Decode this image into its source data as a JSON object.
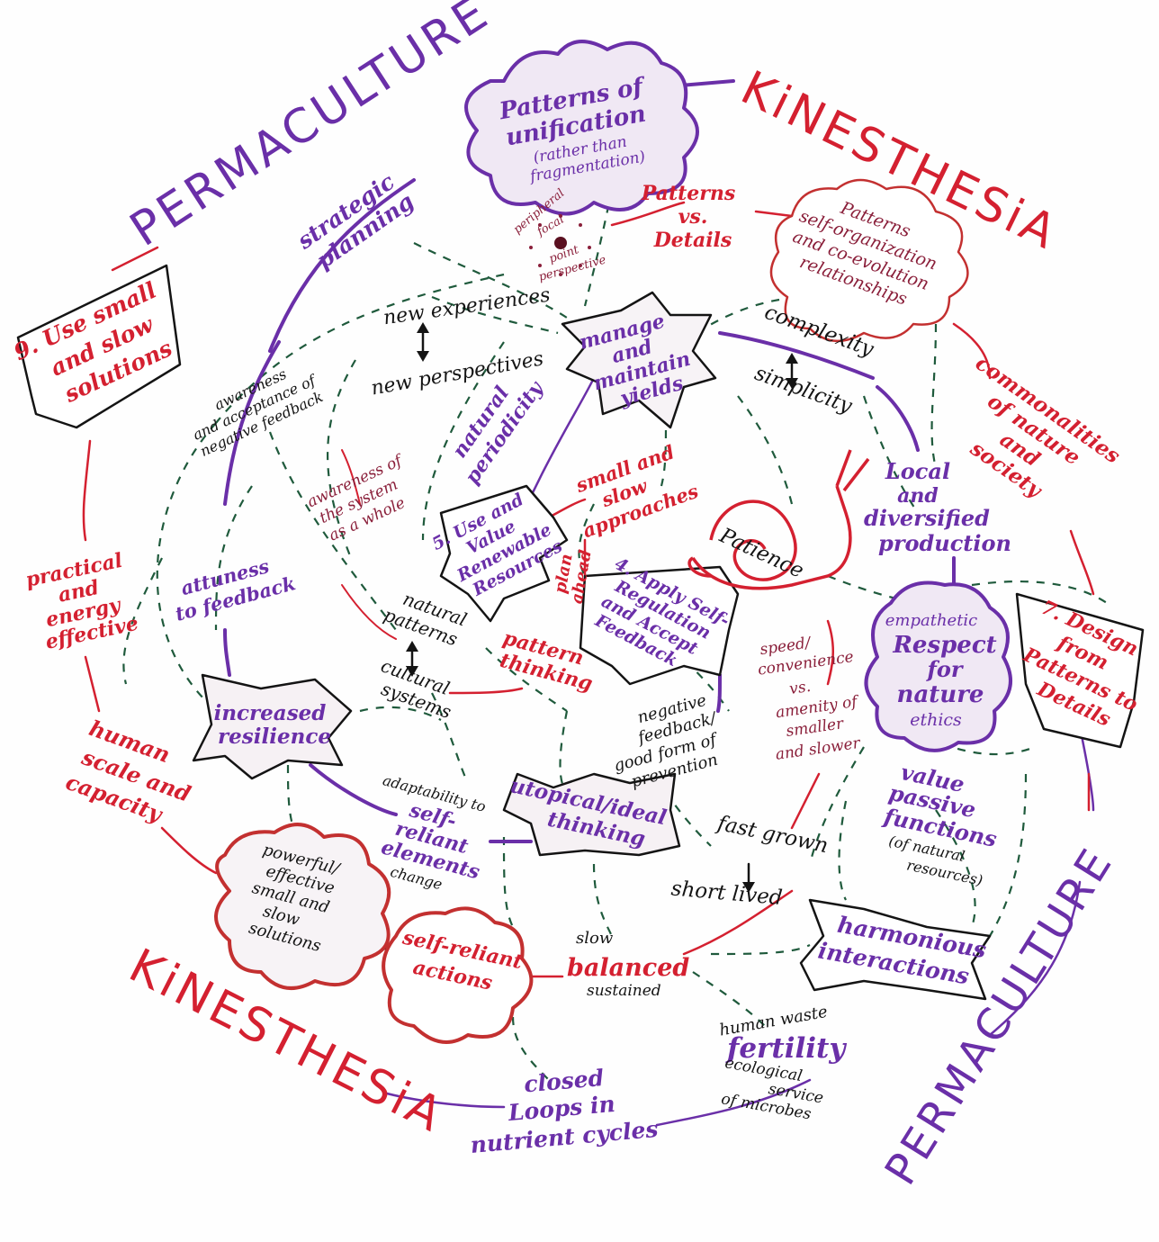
{
  "colors": {
    "purple": "#6a2fa8",
    "red": "#d42030",
    "dark_red": "#8a1f3a",
    "black": "#141414",
    "green_dash": "#1f5a3c"
  },
  "headers": {
    "permaculture_top": "PERMACULTURE",
    "kinesthesia_top": "KiNESTHESiA",
    "kinesthesia_bottom": "KiNESTHESiA",
    "permaculture_bottom": "PERMACULTURE"
  },
  "nodes": {
    "patterns_unification": [
      "Patterns of",
      "unification",
      "(rather than",
      "fragmentation)"
    ],
    "strategic_planning": [
      "strategic",
      "planning"
    ],
    "patterns_vs_details": [
      "Patterns",
      "vs.",
      "Details"
    ],
    "self_organization": [
      "Patterns",
      "self-organization",
      "and co-evolution",
      "relationships"
    ],
    "focal_point": [
      "peripheral",
      "focal",
      "point",
      "perspective"
    ],
    "use_small_slow": [
      "9. Use small",
      "and slow",
      "solutions"
    ],
    "new_experiences": "new experiences",
    "new_perspectives": "new perspectives",
    "manage_yields": [
      "manage",
      "and",
      "maintain",
      "yields"
    ],
    "complexity": "complexity",
    "simplicity": "simplicity",
    "commonalities": [
      "commonalities",
      "of nature",
      "and",
      "society"
    ],
    "awareness_feedback": [
      "awareness",
      "and acceptance of",
      "negative feedback"
    ],
    "natural_periodicity": [
      "natural",
      "periodicity"
    ],
    "awareness_system": [
      "awareness of",
      "the system",
      "as a whole"
    ],
    "small_slow_approaches": [
      "small and",
      "slow",
      "approaches"
    ],
    "use_renewable": [
      "5. Use and",
      "Value",
      "Renewable",
      "Resources"
    ],
    "patience": "Patience",
    "local_diversified": [
      "Local",
      "and",
      "diversified",
      "production"
    ],
    "practical_energy": [
      "practical",
      "and",
      "energy",
      "effective"
    ],
    "attuness": [
      "attuness",
      "to feedback"
    ],
    "natural_patterns": [
      "natural",
      "patterns"
    ],
    "cultural_systems": [
      "cultural",
      "systems"
    ],
    "plan_ahead": [
      "plan",
      "ahead"
    ],
    "apply_self_regulation": [
      "4. Apply Self-",
      "Regulation",
      "and Accept",
      "Feedback"
    ],
    "pattern_thinking": [
      "pattern",
      "thinking"
    ],
    "speed_convenience": [
      "speed/",
      "convenience",
      "vs.",
      "amenity of",
      "smaller",
      "and slower"
    ],
    "respect_nature": [
      "empathetic",
      "Respect",
      "for",
      "nature",
      "ethics"
    ],
    "design_patterns": [
      "7. Design",
      "from",
      "Patterns to",
      "Details"
    ],
    "increased_resilience": [
      "increased",
      "resilience"
    ],
    "negative_feedback": [
      "negative",
      "feedback/",
      "good form of",
      "prevention"
    ],
    "human_scale": [
      "human",
      "scale and",
      "capacity"
    ],
    "adaptability": [
      "adaptability to",
      "self-",
      "reliant",
      "elements",
      "change"
    ],
    "utopical": [
      "utopical/ideal",
      "thinking"
    ],
    "value_passive": [
      "value",
      "passive",
      "functions",
      "(of natural",
      "resources)"
    ],
    "fast_grown": "fast grown",
    "short_lived": "short lived",
    "powerful_effective": [
      "powerful/",
      "effective",
      "small and",
      "slow",
      "solutions"
    ],
    "self_reliant_actions": [
      "self-reliant",
      "actions"
    ],
    "slow": "slow",
    "balanced": "balanced",
    "sustained": "sustained",
    "harmonious": [
      "harmonious",
      "interactions"
    ],
    "human_waste": "human waste",
    "fertility": "fertility",
    "ecological_service": [
      "ecological",
      "service",
      "of microbes"
    ],
    "closed_loops": [
      "closed",
      "Loops in",
      "nutrient cycles"
    ]
  }
}
